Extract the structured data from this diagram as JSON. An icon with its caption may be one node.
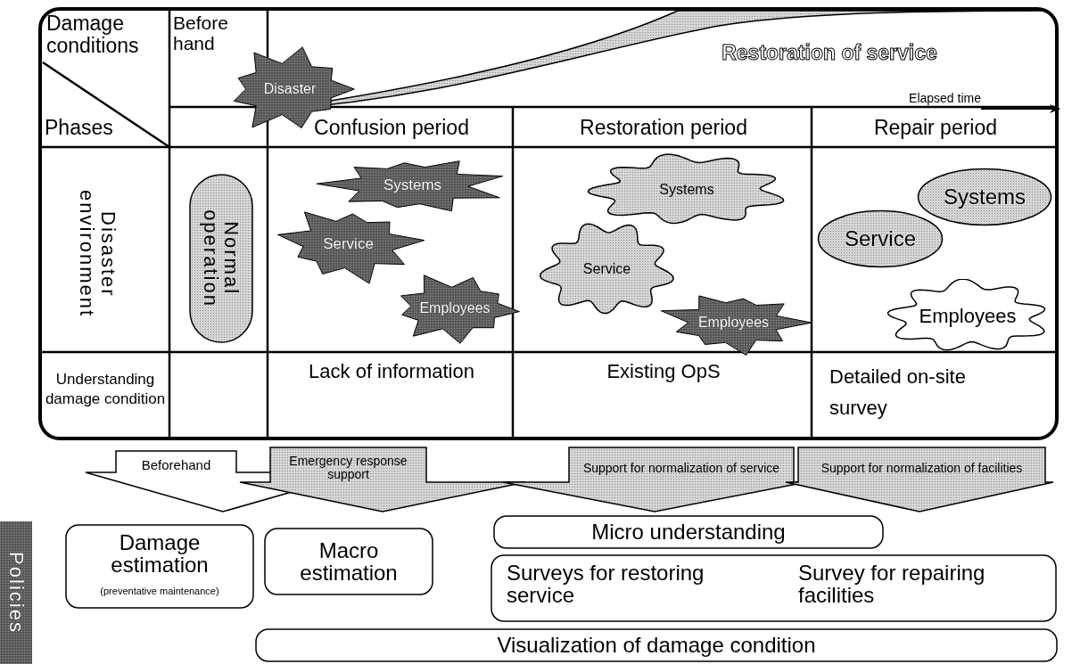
{
  "diagram": {
    "nodes": [
      {
        "text": [
          "Disaster"
        ]
      },
      {
        "text": [
          "Normal operation"
        ]
      },
      {
        "text": [
          "Systems"
        ]
      },
      {
        "text": [
          "Service"
        ]
      },
      {
        "text": [
          "Employees"
        ]
      },
      {
        "text": [
          "Systems"
        ]
      },
      {
        "text": [
          "Service"
        ]
      },
      {
        "text": [
          "Employees"
        ]
      },
      {
        "text": [
          "Systems"
        ]
      },
      {
        "text": [
          "Service"
        ]
      },
      {
        "text": [
          "Employees"
        ]
      },
      {
        "text": [
          "Beforehand"
        ]
      },
      {
        "text": [
          "Emergency response support"
        ]
      },
      {
        "text": [
          "Support for normalization of service"
        ]
      },
      {
        "text": [
          "Support for normalization of facilities"
        ]
      },
      {
        "text": [
          "Policies"
        ]
      },
      {
        "text": [
          "Damage estimation",
          "(preventative maintenance)"
        ]
      },
      {
        "text": [
          "Macro estimation"
        ]
      },
      {
        "text": [
          "Micro understanding"
        ]
      },
      {
        "text": [
          "Surveys for restoring service",
          "Survey for repairing facilities"
        ]
      },
      {
        "text": [
          "Visualization of damage condition"
        ]
      }
    ],
    "labels": [
      "Damage conditions",
      "Before hand",
      "Restoration of service",
      "Elapsed time",
      "Phases",
      "Confusion period",
      "Restoration period",
      "Repair period",
      "Disaster environment",
      "Understanding damage condition",
      "Lack of information",
      "Existing OpS",
      "Detailed on-site survey"
    ]
  }
}
